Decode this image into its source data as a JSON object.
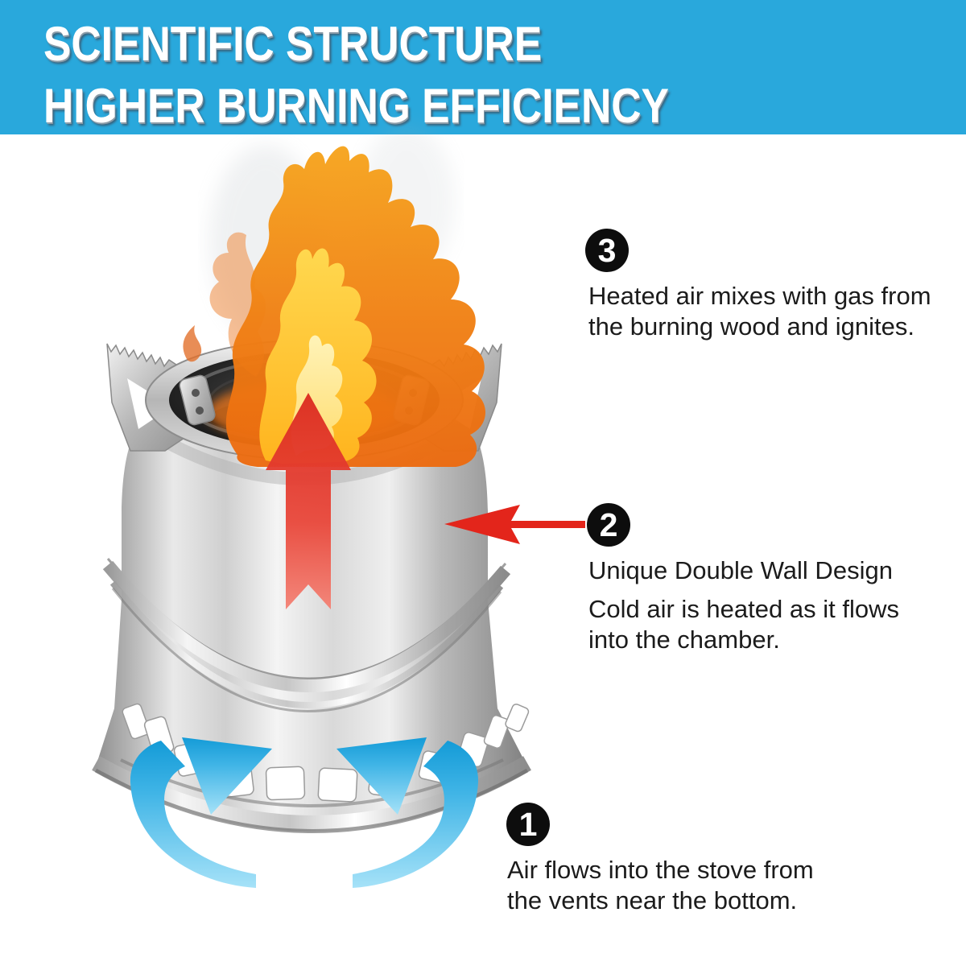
{
  "banner": {
    "line1": "SCIENTIFIC STRUCTURE",
    "line2": "HIGHER BURNING EFFICIENCY",
    "background": "#29A8DC",
    "text_color": "#FFFFFF"
  },
  "steps": {
    "3": {
      "number": "3",
      "lines": [
        "Heated air mixes with gas from",
        "the burning wood and ignites."
      ]
    },
    "2": {
      "number": "2",
      "heading": "Unique Double Wall Design",
      "lines": [
        "Cold air is heated as it flows",
        "into the chamber."
      ]
    },
    "1": {
      "number": "1",
      "lines": [
        "Air flows into the stove from",
        "the vents near the bottom."
      ]
    }
  },
  "colors": {
    "badge_black": "#0D0D0D",
    "body_text": "#1B1B1B",
    "arrow_red": "#E3251B",
    "air_blue": "#2FA9DD",
    "flame_orange": "#F07F13",
    "flame_yellow": "#FFD84F",
    "steel_light": "#F3F3F3",
    "steel_dark": "#8F8F8F"
  }
}
